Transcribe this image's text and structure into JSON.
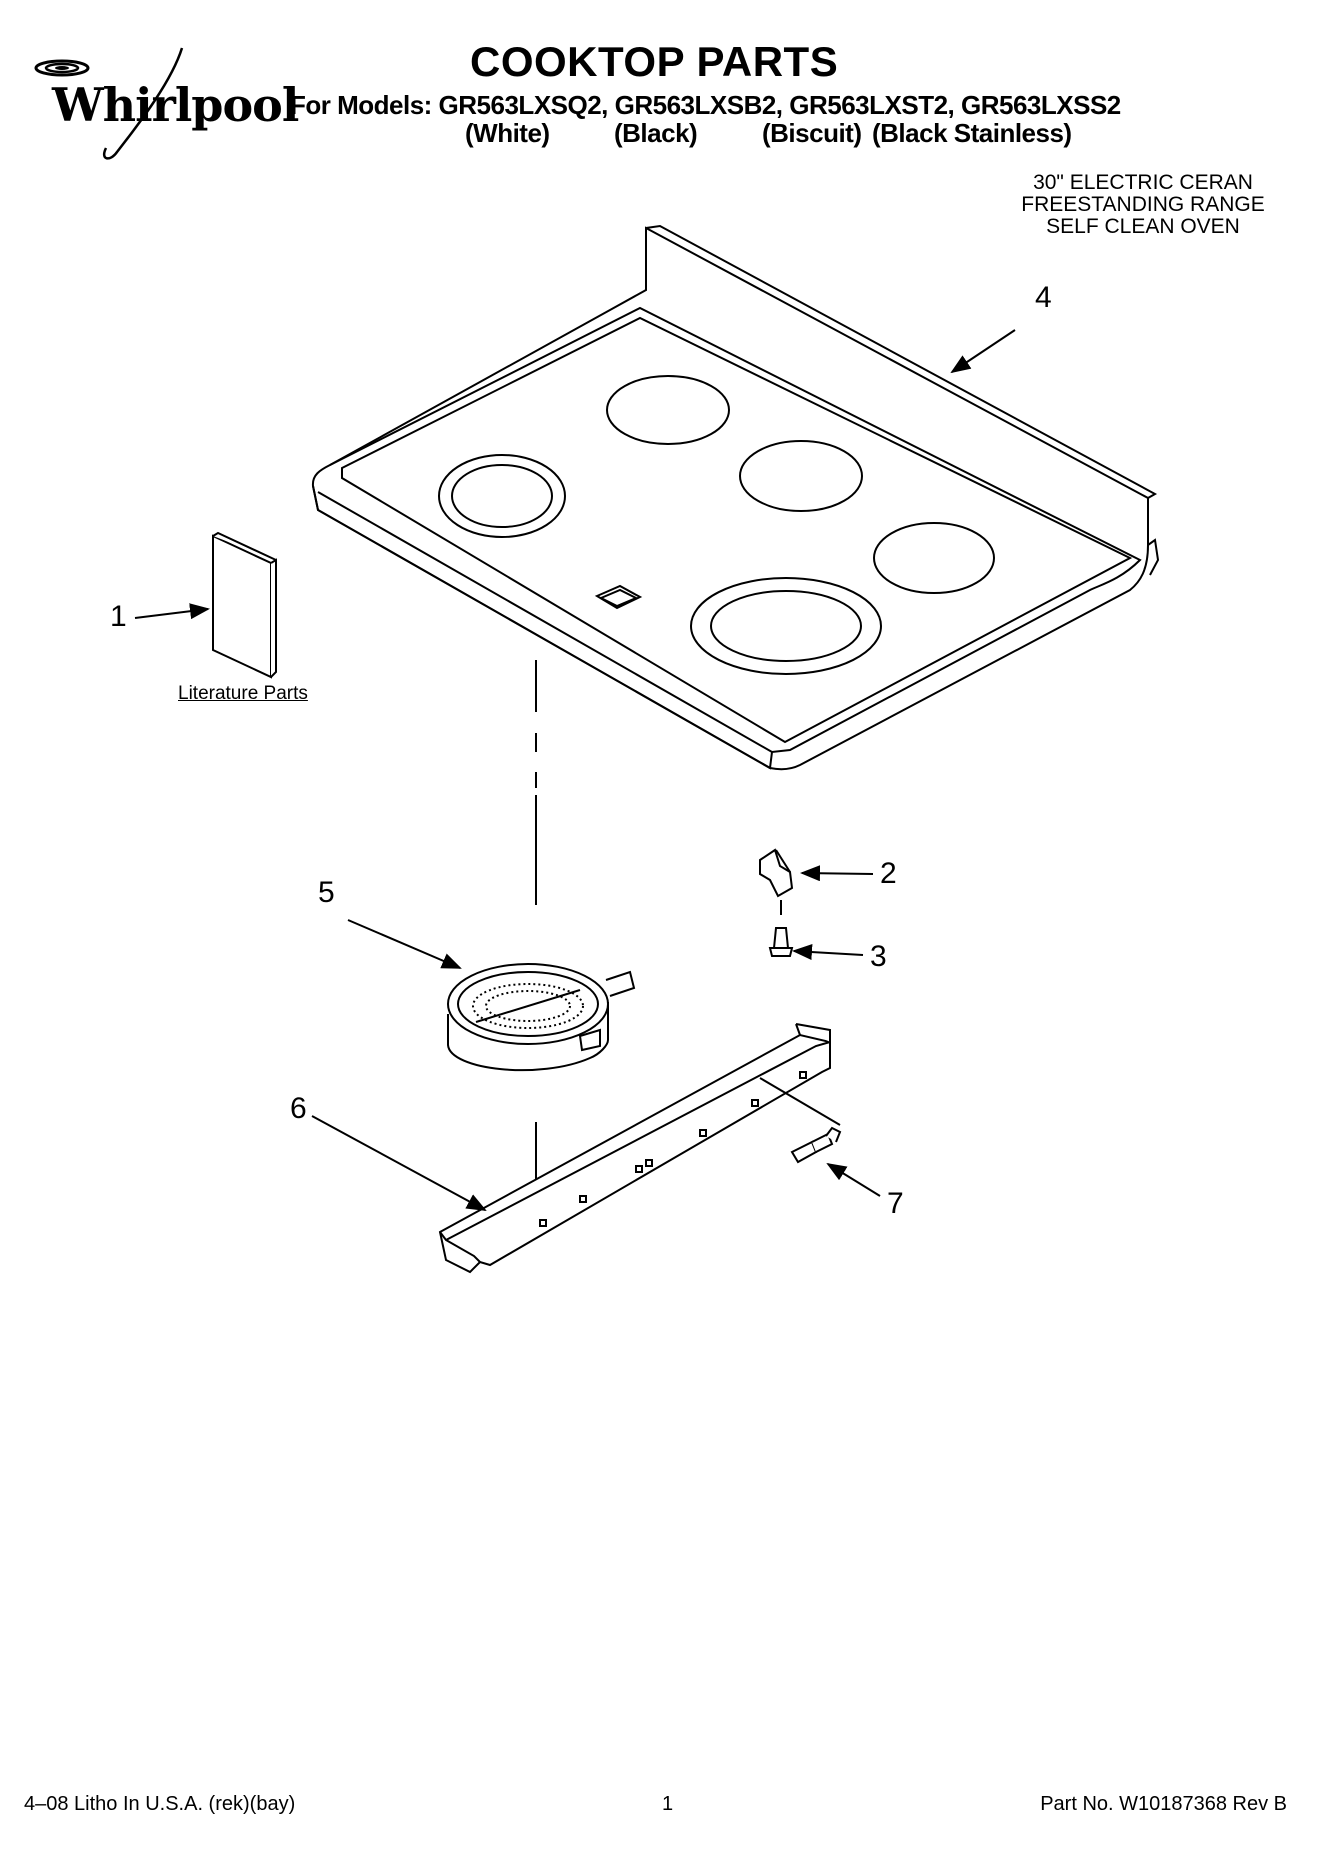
{
  "brand": {
    "name": "Whirlpool"
  },
  "header": {
    "title": "COOKTOP PARTS",
    "models_line": "For Models: GR563LXSQ2, GR563LXSB2, GR563LXST2, GR563LXSS2",
    "colors": [
      "(White)",
      "(Black)",
      "(Biscuit)",
      "(Black Stainless)"
    ]
  },
  "product": {
    "lines": [
      "30\" ELECTRIC CERAN",
      "FREESTANDING RANGE",
      "SELF CLEAN OVEN"
    ]
  },
  "diagram": {
    "callouts": [
      "1",
      "2",
      "3",
      "4",
      "5",
      "6",
      "7"
    ],
    "literature_label": "Literature Parts"
  },
  "footer": {
    "left": "4–08 Litho In U.S.A. (rek)(bay)",
    "center": "1",
    "right": "Part No. W10187368 Rev B"
  }
}
